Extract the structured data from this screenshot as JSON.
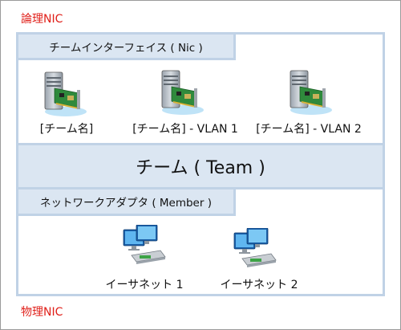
{
  "logical_label": "論理NIC",
  "physical_label": "物理NIC",
  "nic_interface_header": "チームインターフェイス ( Nic )",
  "team_label": "チーム ( Team )",
  "member_header": "ネットワークアダプタ ( Member )",
  "team_interfaces": [
    {
      "label": "[チーム名]",
      "icon": "server-with-nic-icon"
    },
    {
      "label": "[チーム名] - VLAN 1",
      "icon": "server-with-nic-icon"
    },
    {
      "label": "[チーム名] - VLAN 2",
      "icon": "server-with-nic-icon"
    }
  ],
  "members": [
    {
      "label": "イーサネット 1",
      "icon": "network-adapter-icon"
    },
    {
      "label": "イーサネット 2",
      "icon": "network-adapter-icon"
    }
  ],
  "colors": {
    "accent_red": "#e0201a",
    "panel_fill": "#dbe6f2",
    "panel_border": "#c0d2e6"
  }
}
